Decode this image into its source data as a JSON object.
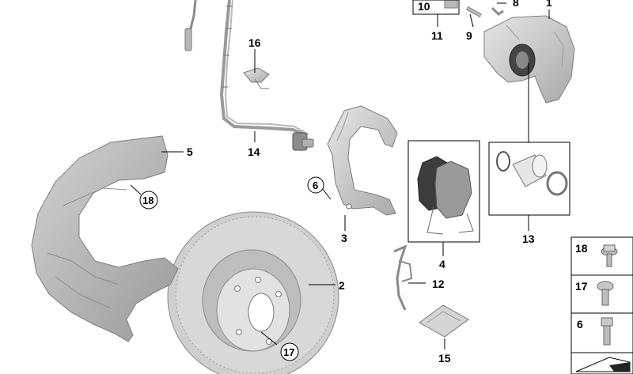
{
  "callouts": {
    "n1": "1",
    "n2": "2",
    "n3": "3",
    "n4": "4",
    "n5": "5",
    "n6": "6",
    "n8": "8",
    "n9": "9",
    "n10": "10",
    "n11": "11",
    "n12": "12",
    "n13": "13",
    "n14": "14",
    "n15": "15",
    "n16": "16",
    "n17": "17",
    "n18": "18"
  },
  "sidebar": {
    "items": [
      {
        "label": "18",
        "icon": "flange-bolt-icon"
      },
      {
        "label": "17",
        "icon": "wheel-bolt-icon"
      },
      {
        "label": "6",
        "icon": "hex-bolt-icon"
      }
    ]
  },
  "colors": {
    "metal": "#c9c9c9",
    "metal_dark": "#8f8f8f",
    "metal_light": "#e3e3e3",
    "pad": "#3a3a3a"
  }
}
